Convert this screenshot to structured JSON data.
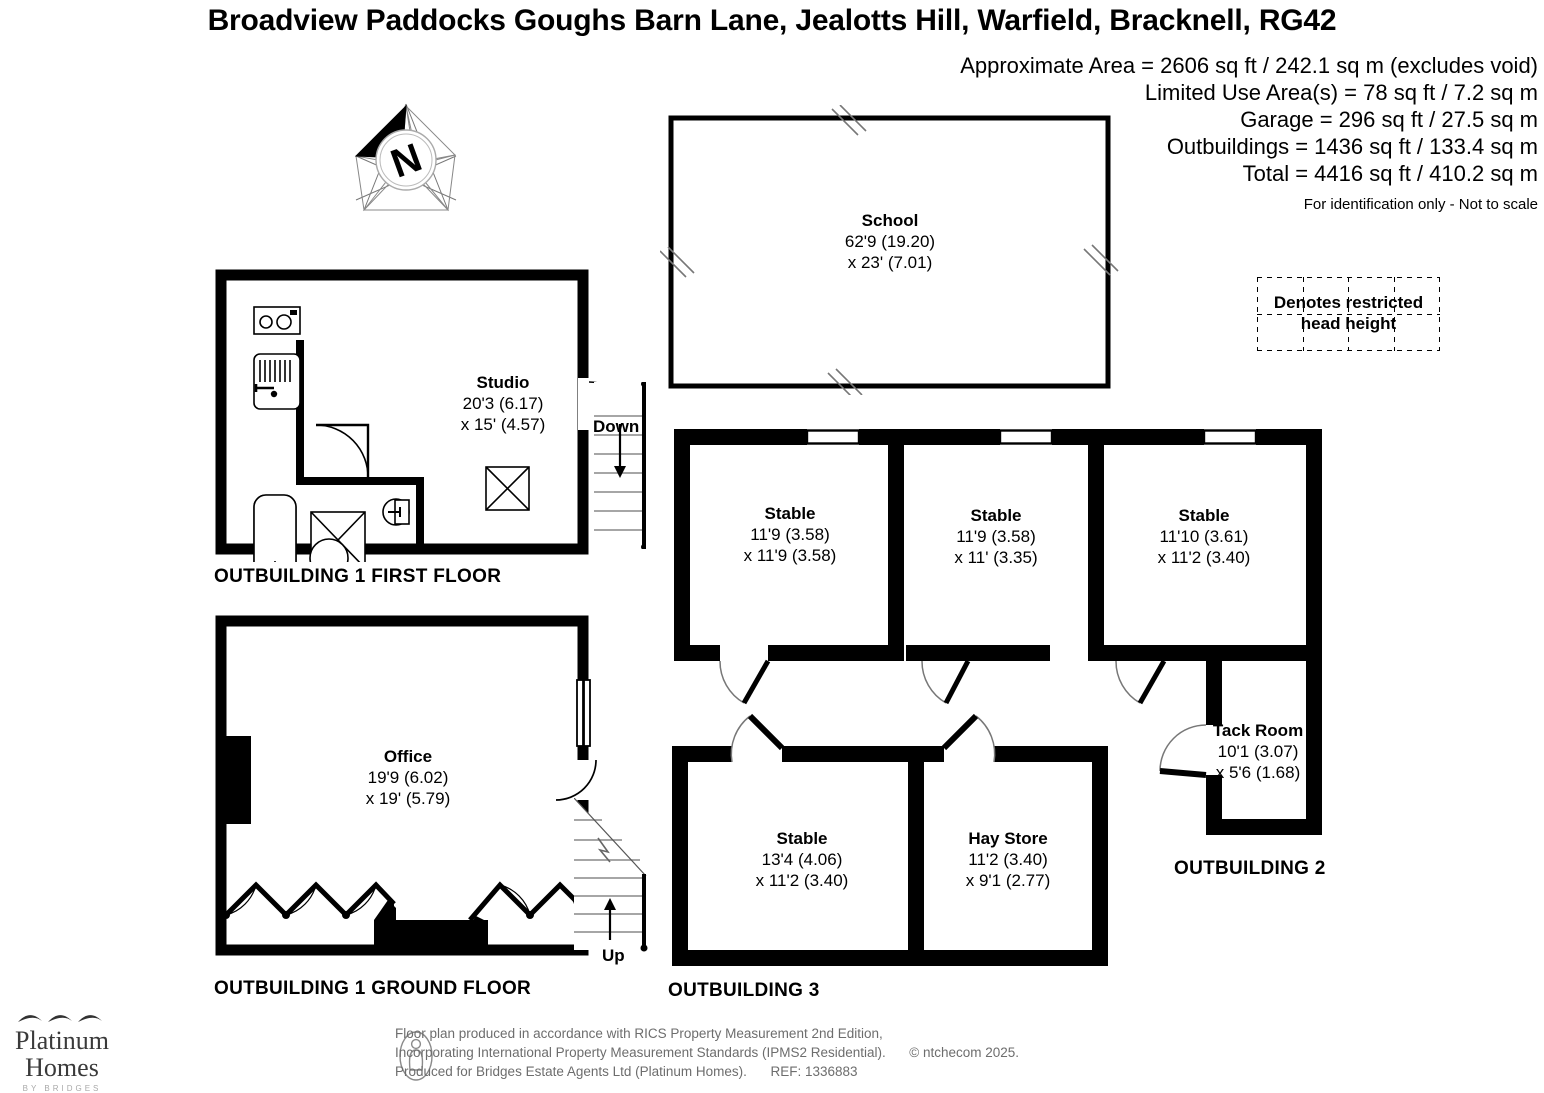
{
  "title": "Broadview Paddocks Goughs Barn Lane, Jealotts Hill, Warfield, Bracknell, RG42",
  "areas": {
    "approximate": "Approximate Area = 2606 sq ft / 242.1 sq m (excludes void)",
    "limited_use": "Limited Use Area(s) = 78 sq ft / 7.2 sq m",
    "garage": "Garage = 296 sq ft / 27.5 sq m",
    "outbuildings": "Outbuildings = 1436 sq ft / 133.4 sq m",
    "total": "Total = 4416 sq ft / 410.2 sq m",
    "disclaimer": "For identification only - Not to scale"
  },
  "legend": {
    "line1": "Denotes restricted",
    "line2": "head height"
  },
  "compass": {
    "label": "N"
  },
  "rooms": {
    "school": {
      "name": "School",
      "dim1": "62'9 (19.20)",
      "dim2": "x 23' (7.01)"
    },
    "studio": {
      "name": "Studio",
      "dim1": "20'3 (6.17)",
      "dim2": "x 15' (4.57)"
    },
    "office": {
      "name": "Office",
      "dim1": "19'9 (6.02)",
      "dim2": "x 19' (5.79)"
    },
    "stable1": {
      "name": "Stable",
      "dim1": "11'9 (3.58)",
      "dim2": "x 11'9 (3.58)"
    },
    "stable2": {
      "name": "Stable",
      "dim1": "11'9 (3.58)",
      "dim2": "x 11' (3.35)"
    },
    "stable3": {
      "name": "Stable",
      "dim1": "11'10 (3.61)",
      "dim2": "x 11'2 (3.40)"
    },
    "tack_room": {
      "name": "Tack Room",
      "dim1": "10'1 (3.07)",
      "dim2": "x 5'6 (1.68)"
    },
    "stable4": {
      "name": "Stable",
      "dim1": "13'4 (4.06)",
      "dim2": "x 11'2 (3.40)"
    },
    "hay_store": {
      "name": "Hay Store",
      "dim1": "11'2 (3.40)",
      "dim2": "x 9'1 (2.77)"
    }
  },
  "captions": {
    "ob1_first": "OUTBUILDING 1 FIRST FLOOR",
    "ob1_ground": "OUTBUILDING 1 GROUND FLOOR",
    "ob2": "OUTBUILDING 2",
    "ob3": "OUTBUILDING 3"
  },
  "stairs": {
    "down": "Down",
    "up": "Up"
  },
  "footer": {
    "line1": "Floor plan produced in accordance with RICS Property Measurement 2nd Edition,",
    "line2": "Incorporating International Property Measurement Standards (IPMS2 Residential).",
    "copyright": "© ntchecom 2025.",
    "line3": "Produced for Bridges Estate Agents Ltd (Platinum Homes).",
    "ref": "REF: 1336883"
  },
  "logo": {
    "line1": "Platinum",
    "line2": "Homes",
    "line3": "BY BRIDGES"
  },
  "colors": {
    "wall": "#000000",
    "paper": "#ffffff",
    "muted": "#6d6d6d"
  }
}
